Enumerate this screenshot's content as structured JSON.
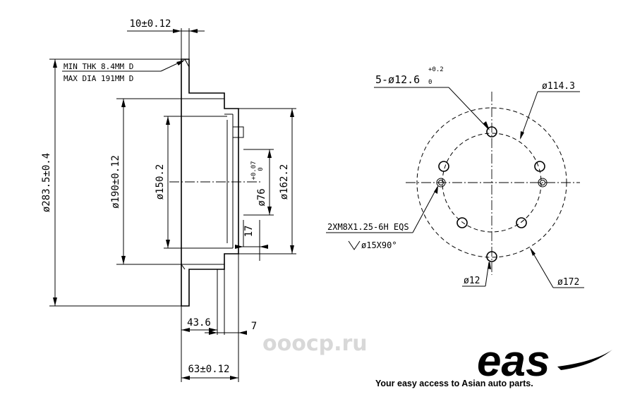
{
  "side_view": {
    "dims": {
      "flange_thickness": "10±0.12",
      "min_thickness": "MIN THK 8.4MM D",
      "max_diameter": "MAX DIA 191MM D",
      "outer_diameter": "ø283.5±0.4",
      "bore_diameter_190": "ø190±0.12",
      "diameter_150": "ø150.2",
      "center_bore_base": "ø76",
      "center_bore_tol_upper": "+0.07",
      "center_bore_tol_lower": "0",
      "diameter_162": "ø162.2",
      "dim_17": "17",
      "dim_43": "43.6",
      "dim_7": "7",
      "total_height": "63±0.12"
    }
  },
  "front_view": {
    "dims": {
      "bolt_holes_base": "5-ø12.6",
      "bolt_holes_tol_upper": "+0.2",
      "bolt_holes_tol_lower": "0",
      "pcd": "ø114.3",
      "thread_spec": "2XM8X1.25-6H EQS",
      "countersink": "ø15X90°",
      "small_hole": "ø12",
      "outer_pcd": "ø172"
    }
  },
  "watermark": {
    "text": "ooocp.ru"
  },
  "brand": {
    "logo_text": "eas",
    "tagline": "Your easy access to Asian auto parts."
  }
}
